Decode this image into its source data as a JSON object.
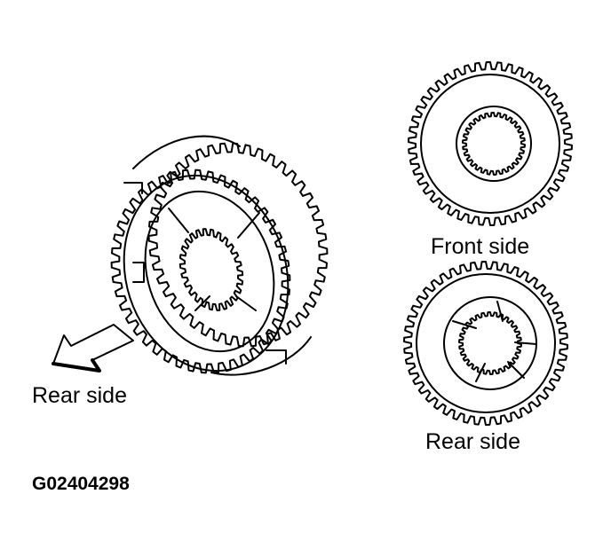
{
  "labels": {
    "isometric_rear": "Rear side",
    "front_view": "Front side",
    "rear_view": "Rear side",
    "figure_id": "G02404298"
  },
  "colors": {
    "line": "#000000",
    "background": "#ffffff"
  }
}
